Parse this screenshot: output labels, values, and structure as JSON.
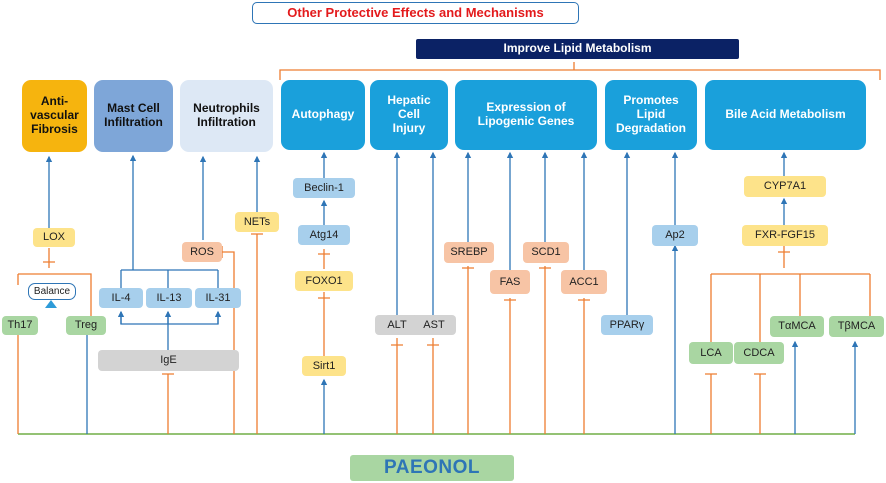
{
  "title": "Other Protective Effects and Mechanisms",
  "lipid_header": "Improve Lipid Metabolism",
  "center": "PAEONOL",
  "categories": {
    "antifibrosis": "Anti-\nvascular\nFibrosis",
    "mastcell": "Mast Cell\nInfiltration",
    "neutrophils": "Neutrophils\nInfiltration",
    "autophagy": "Autophagy",
    "hepatic": "Hepatic\nCell\nInjury",
    "lipogenic": "Expression of\nLipogenic Genes",
    "degradation": "Promotes\nLipid\nDegradation",
    "bileacid": "Bile Acid Metabolism"
  },
  "nodes": {
    "lox": "LOX",
    "balance": "Balance",
    "th17": "Th17",
    "treg": "Treg",
    "il4": "IL-4",
    "il13": "IL-13",
    "il31": "IL-31",
    "ige": "IgE",
    "ros": "ROS",
    "nets": "NETs",
    "beclin1": "Beclin-1",
    "atg14": "Atg14",
    "foxo1": "FOXO1",
    "sirt1": "Sirt1",
    "alt": "ALT",
    "ast": "AST",
    "srebp": "SREBP",
    "fas": "FAS",
    "scd1": "SCD1",
    "acc1": "ACC1",
    "ap2": "Ap2",
    "ppar": "PPARγ",
    "cyp7a1": "CYP7A1",
    "fxr": "FXR-FGF15",
    "lca": "LCA",
    "cdca": "CDCA",
    "tamca": "TαMCA",
    "tbmca": "TβMCA"
  },
  "colors": {
    "title_red": "#e31a1c",
    "title_border": "#2e75b6",
    "header_navy": "#0b2265",
    "category_blue": "#1aa0db",
    "antifibrosis": "#f6b40e",
    "mastcell": "#7ea6d8",
    "neutrophils": "#dde8f5",
    "activate": "#2e75b6",
    "inhibit": "#ed7d31",
    "paeonol_green": "#a9d6a2",
    "paeonol_text": "#2e75b6",
    "baseline": "#70ad47"
  }
}
